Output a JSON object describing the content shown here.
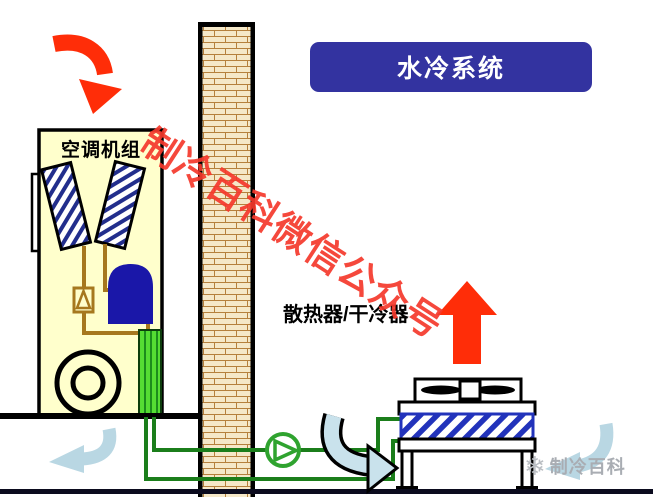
{
  "banner": {
    "title": "水冷系统"
  },
  "ac_unit": {
    "label": "空调机组"
  },
  "dry_cooler": {
    "label": "散热器/干冷器"
  },
  "watermark": {
    "diagonal_text": "制冷百科微信公众号",
    "logo_text": "制冷百科",
    "logo_icon_glyph": "❄"
  },
  "components": {
    "wall": "brick-wall",
    "indoor_unit": "air-conditioning-unit",
    "coils": "v-shaped-evaporator-coils",
    "compressor": "compressor",
    "valve": "expansion-valve",
    "heat_exchanger": "plate-heat-exchanger",
    "blower": "centrifugal-fan",
    "pump": "water-pump",
    "outdoor_unit": "dry-cooler-with-fan"
  },
  "colors": {
    "banner_bg": "#3333A0",
    "banner_text": "#FFFFFF",
    "ac_box_fill": "#FFFFCC",
    "coil_hatch": "#222E8C",
    "dry_coil_hatch": "#2233BB",
    "compressor_fill": "#1A17A8",
    "pipe_brown": "#A6781E",
    "pipe_green": "#1B7E1B",
    "pump_green": "#2FA32F",
    "hx_green": "#55DD33",
    "hx_stripe": "#1C8C1C",
    "brick_fill": "#F5E8C8",
    "brick_line": "#B5803C",
    "red_arrow": "#FF2D08",
    "blue_arrow": "#B9D7E3",
    "swoosh_fill": "#C9E2EC",
    "watermark_red": "#F5392C",
    "watermark_gray": "#A9ADB3",
    "ground_line": "#0B0B1E"
  }
}
